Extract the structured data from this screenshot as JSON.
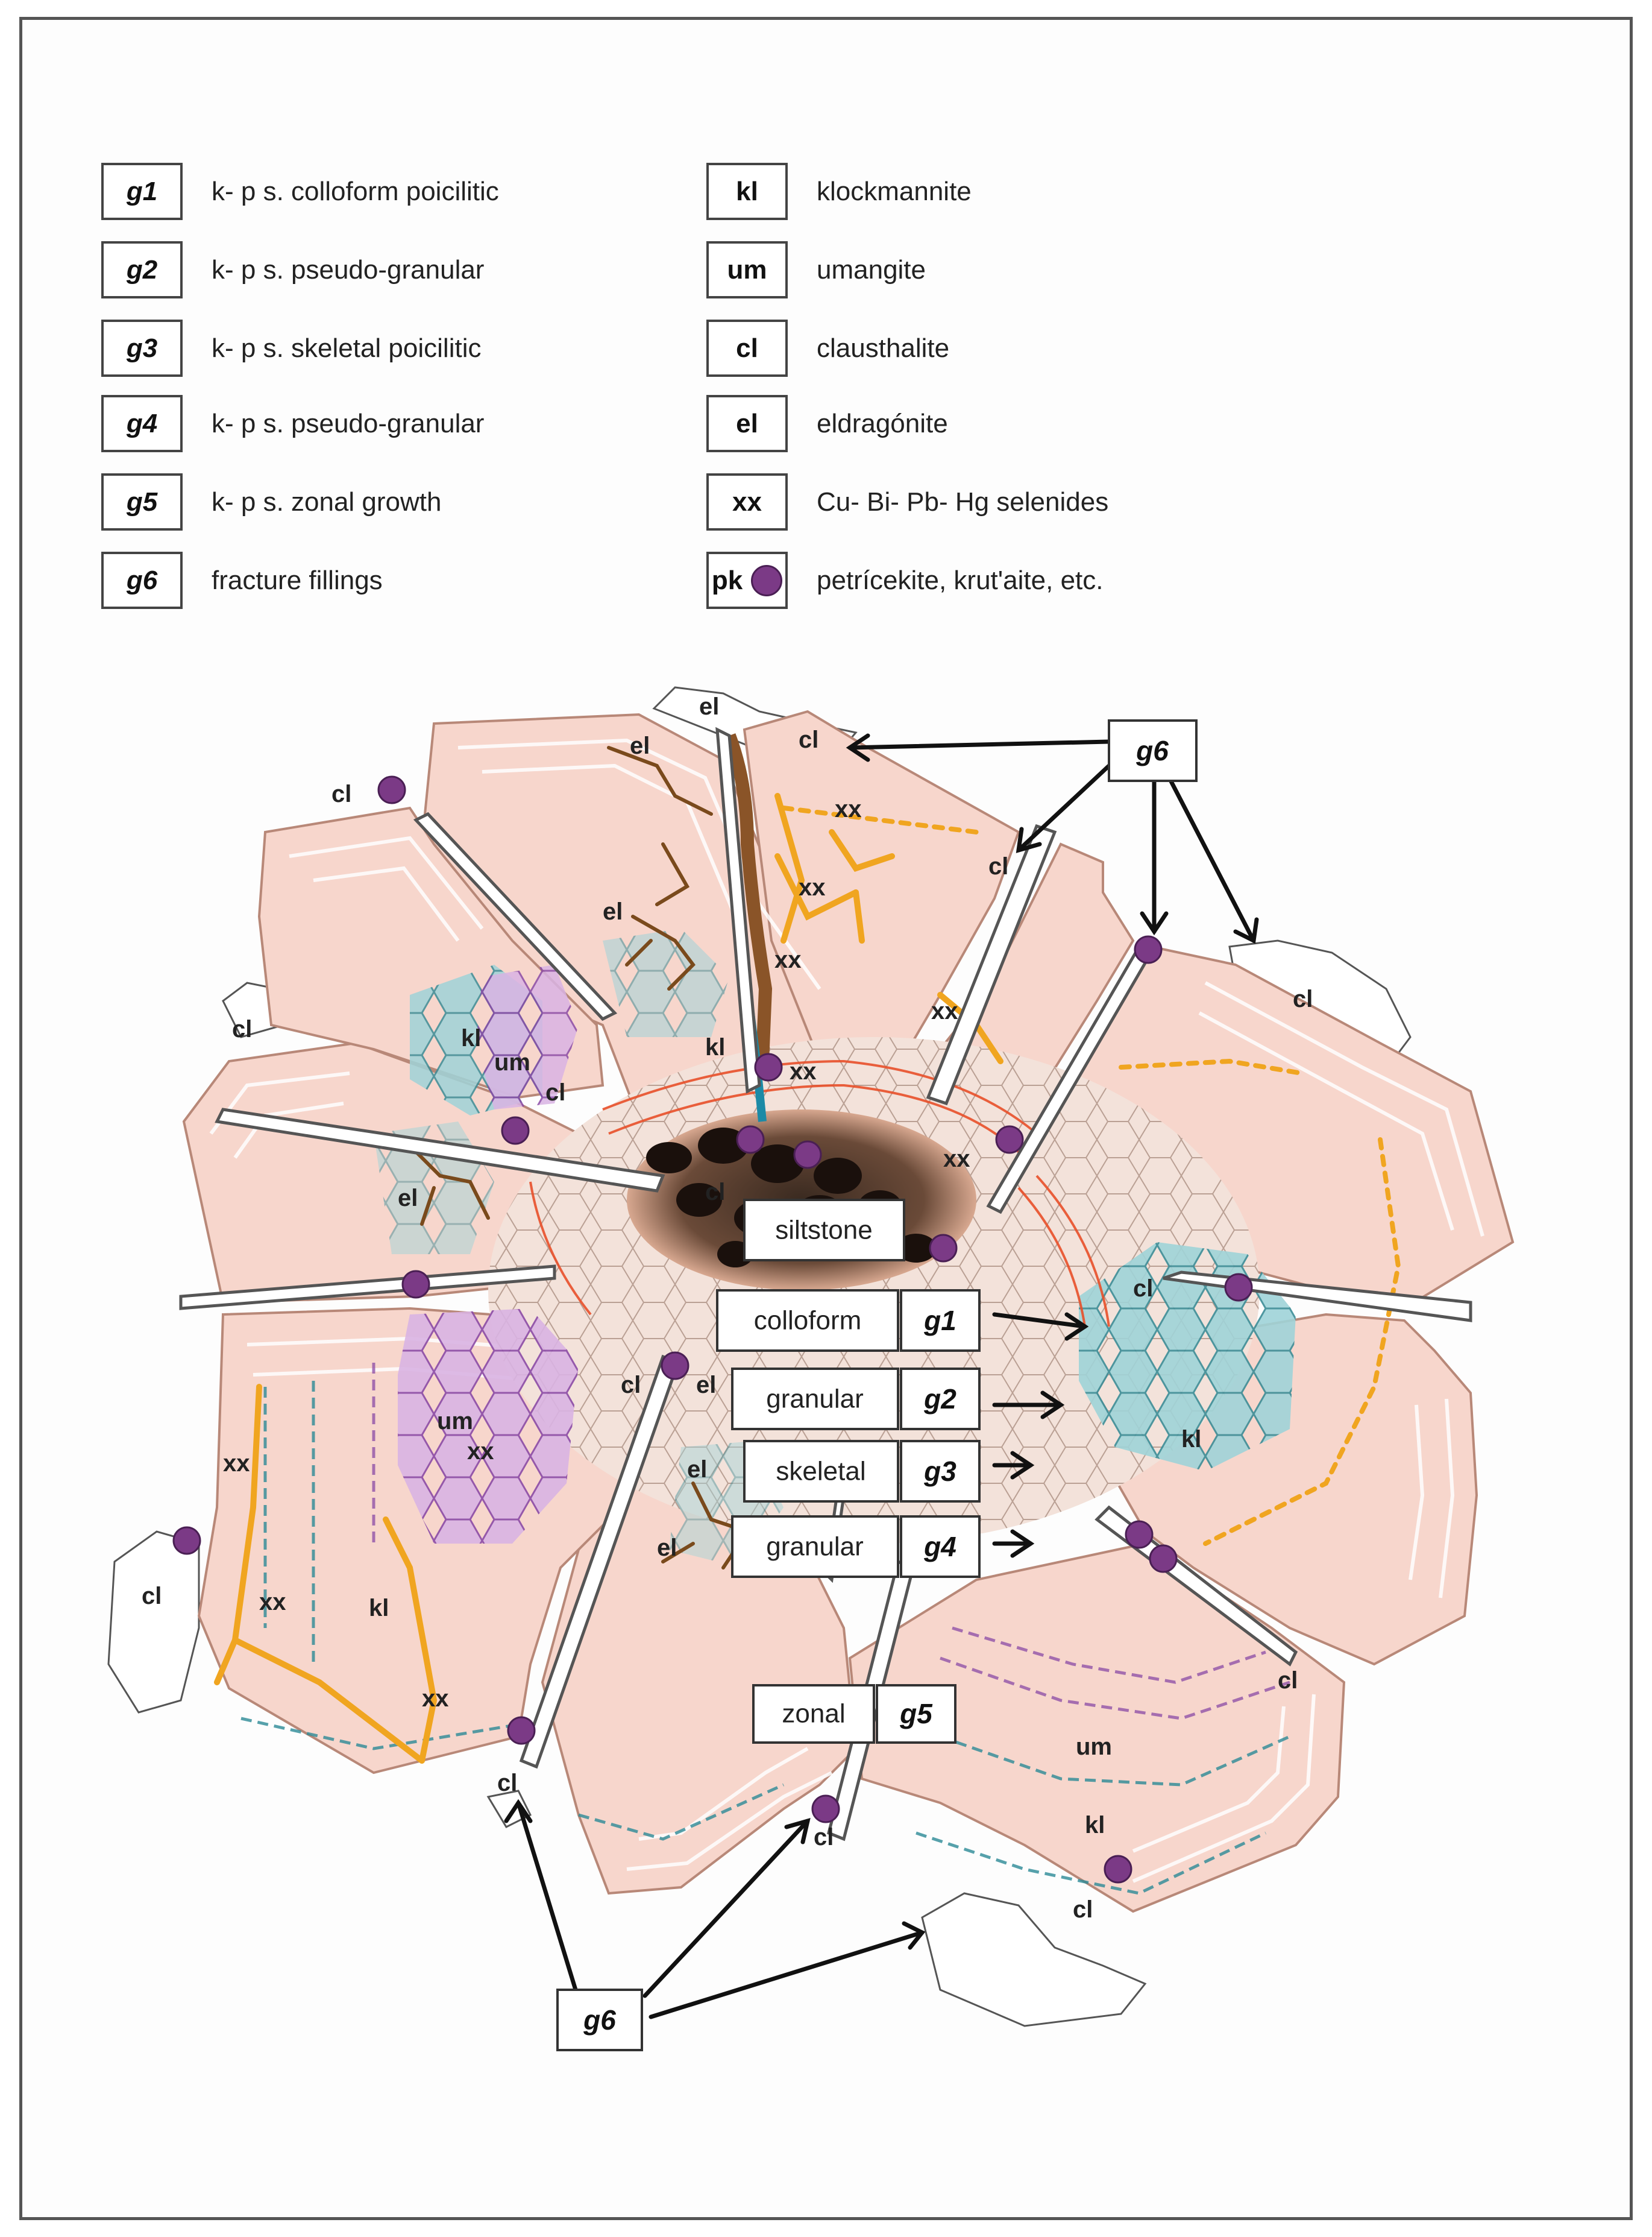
{
  "legend": {
    "left": [
      {
        "code": "g1",
        "text": "k- p s. colloform poicilitic"
      },
      {
        "code": "g2",
        "text": "k- p s. pseudo-granular"
      },
      {
        "code": "g3",
        "text": "k- p s. skeletal poicilitic"
      },
      {
        "code": "g4",
        "text": "k- p s. pseudo-granular"
      },
      {
        "code": "g5",
        "text": "k- p s. zonal growth"
      },
      {
        "code": "g6",
        "text": "fracture fillings"
      }
    ],
    "right": [
      {
        "code": "kl",
        "text": "klockmannite"
      },
      {
        "code": "um",
        "text": "umangite"
      },
      {
        "code": "cl",
        "text": "clausthalite"
      },
      {
        "code": "el",
        "text": "eldragónite"
      },
      {
        "code": "xx",
        "text": "Cu- Bi- Pb- Hg selenides"
      },
      {
        "code": "pk",
        "text": "petrícekite, krut'aite, etc."
      }
    ]
  },
  "callouts": {
    "siltstone": "siltstone",
    "colloform": "colloform",
    "granular_a": "granular",
    "skeletal": "skeletal",
    "granular_b": "granular",
    "zonal": "zonal",
    "g1": "g1",
    "g2": "g2",
    "g3": "g3",
    "g4": "g4",
    "g5": "g5",
    "g6_top": "g6",
    "g6_bottom": "g6"
  },
  "mineral_labels": {
    "el": "el",
    "cl": "cl",
    "kl": "kl",
    "um": "um",
    "xx": "xx"
  },
  "colors": {
    "sector_fill": "#f7d6cc",
    "sector_edge": "#e8a898",
    "klockmannite": "#8cc9cf",
    "umangite": "#b47fc6",
    "selenides": "#f0a520",
    "eldragonite": "#7a4a1c",
    "core": "#2a1a14",
    "pk_dot": "#7b3a86",
    "colloform_red": "#e8502a"
  }
}
